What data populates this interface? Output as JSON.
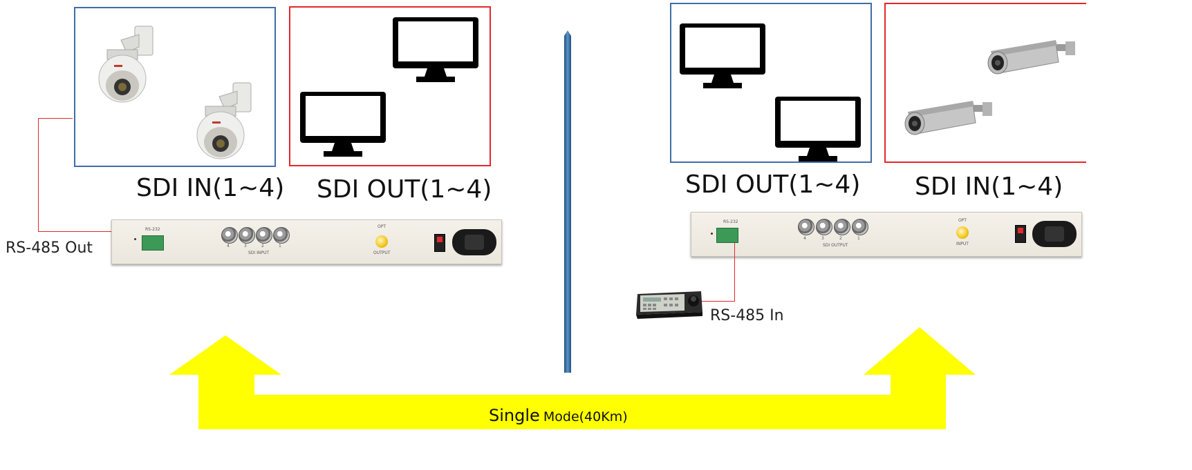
{
  "left": {
    "sdi_in_label": "SDI IN(1~4)",
    "sdi_out_label": "SDI OUT(1~4)",
    "rs485_label": "RS-485 Out",
    "panel": {
      "terminal_text": "RS-232",
      "input_text": "SDI INPUT",
      "led_text_top": "OPT",
      "led_text_bottom": "OUTPUT",
      "bnc_numbers": [
        "4",
        "3",
        "2",
        "1"
      ]
    }
  },
  "right": {
    "sdi_out_label": "SDI OUT(1~4)",
    "sdi_in_label": "SDI IN(1~4)",
    "rs485_label": "RS-485 In",
    "panel": {
      "terminal_text": "RS-232",
      "output_text": "SDI OUTPUT",
      "led_text_top": "OPT",
      "led_text_bottom": "INPUT",
      "bnc_numbers": [
        "4",
        "3",
        "2",
        "1"
      ]
    }
  },
  "link": {
    "label_main": "Single",
    "label_sub": "Mode(40Km)"
  },
  "colors": {
    "blue_box": "#3c6da6",
    "red_box": "#e5262a",
    "arrow": "#ffff00",
    "divider": "#3f79ad"
  },
  "icons": [
    "ptz-dome-camera-icon",
    "monitor-icon",
    "bullet-camera-icon",
    "ptz-keyboard-controller-icon"
  ]
}
